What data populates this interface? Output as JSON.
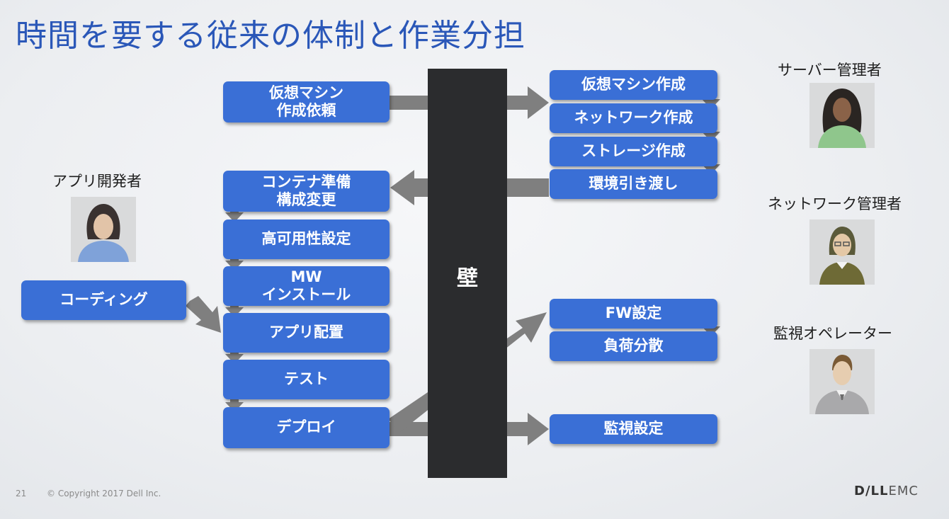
{
  "title": "時間を要する従来の体制と作業分担",
  "wall_label": "壁",
  "left_column": {
    "request_vm": "仮想マシン\n作成依頼",
    "container": "コンテナ準備\n構成変更",
    "ha": "高可用性設定",
    "mw": "MW\nインストール",
    "app_deploy": "アプリ配置",
    "test": "テスト",
    "deploy": "デプロイ"
  },
  "coding": "コーディング",
  "right_column": {
    "vm_create": "仮想マシン作成",
    "network": "ネットワーク作成",
    "storage": "ストレージ作成",
    "handover": "環境引き渡し",
    "fw": "FW設定",
    "lb": "負荷分散",
    "monitor": "監視設定"
  },
  "roles": {
    "app_dev": "アプリ開発者",
    "server_admin": "サーバー管理者",
    "network_admin": "ネットワーク管理者",
    "monitor_operator": "監視オペレーター"
  },
  "footer": {
    "page_number": "21",
    "copyright": "© Copyright 2017 Dell Inc.",
    "logo_bold": "D∕LL",
    "logo_rest": "EMC"
  },
  "colors": {
    "box": "#3a6fd6",
    "title": "#2a57b8",
    "wall": "#2b2c2e",
    "arrow": "#7f7f7f"
  }
}
